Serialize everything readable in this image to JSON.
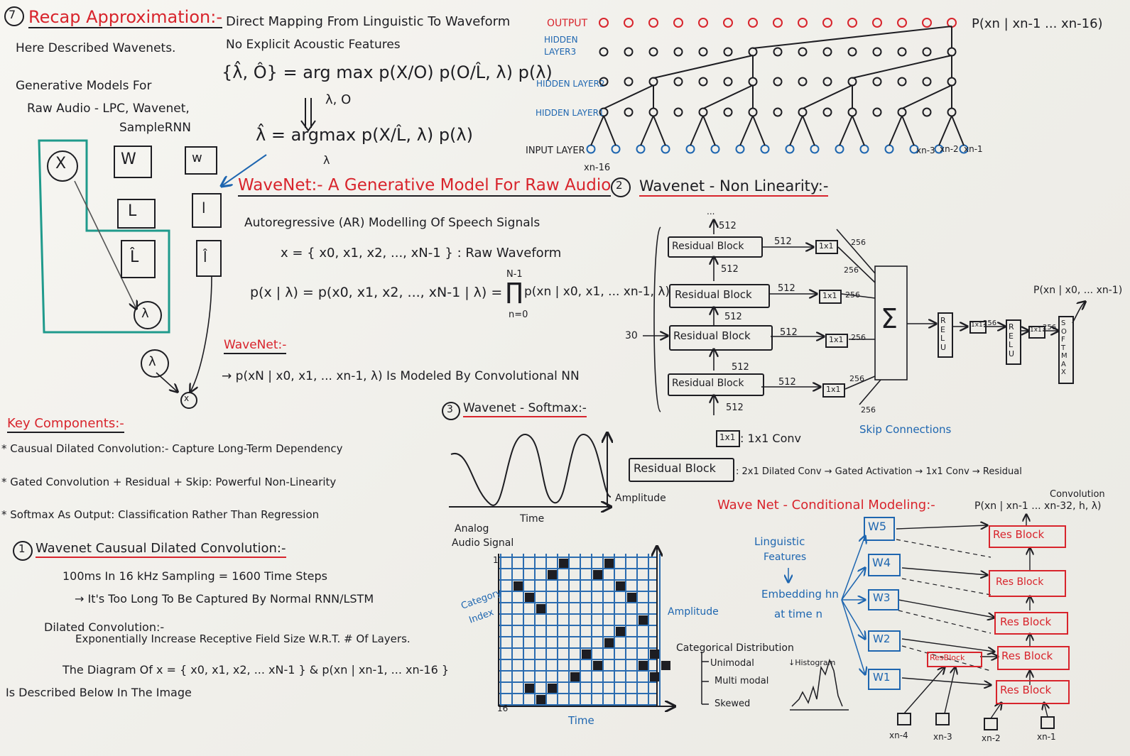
{
  "section7": {
    "number": "7",
    "title": "Recap Approximation:-",
    "line1": "Here Described Wavenets.",
    "line2": "Generative Models For",
    "line3": "Raw Audio - LPC, Wavenet,",
    "line4": "SampleRNN",
    "mapping": "Direct Mapping From Linguistic To Waveform",
    "no_features": "No Explicit Acoustic Features",
    "eq1_lhs": "{λ̂, Ô} = arg max p(X/O) p(O/L̂, λ) p(λ)",
    "eq1_sub": "λ, O",
    "eq2": "λ̂ = argmax p(X/L̂, λ) p(λ)",
    "eq2_sub": "λ",
    "model_labels": [
      "X",
      "W",
      "w",
      "L",
      "l",
      "L̂",
      "l̂",
      "λ",
      "λ",
      "x"
    ]
  },
  "dilated": {
    "output": "OUTPUT",
    "hidden3": "HIDDEN LAYER3",
    "hidden2": "HIDDEN LAYER2",
    "hidden1": "HIDDEN LAYER1",
    "input": "INPUT LAYER",
    "pout": "P(xn | xn-1 ... xn-16)",
    "xn16": "xn-16",
    "xn3": "xn-3",
    "xn2": "xn-2",
    "xn1": "xn-1"
  },
  "wavenet_main": {
    "title": "WaveNet:- A Generative Model For Raw Audio",
    "ar": "Autoregressive (AR) Modelling Of Speech Signals",
    "x_def": "x = { x0, x1, x2, ..., xN-1 } : Raw Waveform",
    "prod_top": "N-1",
    "prod_sym": "∏",
    "prod_bot": "n=0",
    "p_lhs": "p(x | λ) = p(x0, x1, x2, ..., xN-1 | λ) =",
    "p_rhs": "p(xn | x0, x1, ... xn-1, λ)",
    "wn_label": "WaveNet:-",
    "wn_line": "→ p(xN | x0, x1, ... xn-1, λ) Is Modeled By Convolutional NN"
  },
  "nonlin": {
    "number": "2",
    "title": "Wavenet - Non Linearity:-",
    "dots": "...",
    "blocks": [
      "Residual Block",
      "Residual Block",
      "Residual Block",
      "Residual Block"
    ],
    "n512": "512",
    "n256": "256",
    "n30": "30",
    "conv": "1x1",
    "sum": "Σ",
    "relu": "RELU",
    "softmax": "SOFTMAX",
    "p_out": "P(xn | x0, ... xn-1)",
    "skip": "Skip Connections",
    "legend_box": "1x1",
    "legend_text": ": 1x1 Conv"
  },
  "resblock_def": {
    "box": "Residual Block",
    "text": ": 2x1 Dilated Conv → Gated Activation → 1x1 Conv → Residual",
    "text2": "Convolution"
  },
  "key": {
    "title": "Key Components:-",
    "items": [
      "* Causual Dilated Convolution:- Capture Long-Term Dependency",
      "* Gated Convolution + Residual + Skip: Powerful Non-Linearity",
      "* Softmax As Output: Classification Rather Than Regression"
    ]
  },
  "section1": {
    "number": "1",
    "title": "Wavenet Causual Dilated Convolution:-",
    "l1": "100ms In 16 kHz Sampling = 1600 Time Steps",
    "l2": "→ It's Too Long To Be Captured By Normal RNN/LSTM",
    "l3": "Dilated Convolution:-",
    "l4": "Exponentially Increase Receptive Field Size W.R.T. # Of Layers.",
    "l5": "The Diagram Of x = { x0, x1, x2, ... xN-1 } & p(xn | xn-1, ... xn-16 }",
    "l6": "Is Described Below In The Image"
  },
  "section3": {
    "number": "3",
    "title": "Wavenet - Softmax:-",
    "amplitude": "Amplitude",
    "time": "Time",
    "analog": "Analog",
    "audio": "Audio Signal",
    "category": "Category",
    "index": "Index",
    "amp2": "Amplitude",
    "time2": "Time",
    "sixteen": "16",
    "one": "1",
    "catdist": "Categorical Distribution",
    "histogram": "↓Histogram",
    "uni": "Unimodal",
    "multi": "Multi modal",
    "skew": "Skewed"
  },
  "cond": {
    "title": "Wave Net - Conditional Modeling:-",
    "formula": "P(xn | xn-1 ... xn-32, h, λ)",
    "ling1": "Linguistic",
    "ling2": "Features",
    "emb1": "Embedding hn",
    "emb2": "at time n",
    "ws": [
      "W5",
      "W4",
      "W3",
      "W2",
      "W1"
    ],
    "res": [
      "Res Block",
      "Res Block",
      "Res Block",
      "Res Block",
      "Res Block",
      "ResBlock"
    ],
    "xs": [
      "xn-4",
      "xn-3",
      "xn-2",
      "xn-1"
    ]
  }
}
